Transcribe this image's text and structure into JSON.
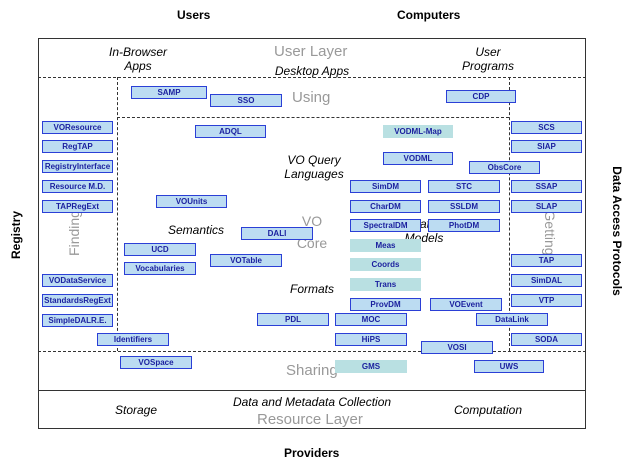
{
  "headers": {
    "users": "Users",
    "computers": "Computers",
    "providers": "Providers",
    "registry": "Registry",
    "data_access_protocols": "Data Access Protocols"
  },
  "layers": {
    "user_layer": "User Layer",
    "resource_layer": "Resource Layer",
    "using": "Using",
    "sharing": "Sharing",
    "finding": "Finding",
    "getting": "Getting",
    "vo_core": "VO\nCore"
  },
  "labels": {
    "in_browser_apps": "In-Browser\nApps",
    "desktop_apps": "Desktop Apps",
    "user_programs": "User\nPrograms",
    "vo_query_languages": "VO Query\nLanguages",
    "semantics": "Semantics",
    "data_models": "Data\nModels",
    "formats": "Formats",
    "storage": "Storage",
    "data_collection": "Data and Metadata Collection",
    "computation": "Computation"
  },
  "standards": [
    {
      "id": "samp",
      "label": "SAMP"
    },
    {
      "id": "sso",
      "label": "SSO"
    },
    {
      "id": "cdp",
      "label": "CDP"
    },
    {
      "id": "voresource",
      "label": "VOResource"
    },
    {
      "id": "regtap",
      "label": "RegTAP"
    },
    {
      "id": "registryinterface",
      "label": "RegistryInterface"
    },
    {
      "id": "resource-md",
      "label": "Resource M.D."
    },
    {
      "id": "tapregext",
      "label": "TAPRegExt"
    },
    {
      "id": "vodataservice",
      "label": "VODataService"
    },
    {
      "id": "standardsregext",
      "label": "StandardsRegExt"
    },
    {
      "id": "simpledalre",
      "label": "SimpleDALR.E."
    },
    {
      "id": "identifiers",
      "label": "Identifiers"
    },
    {
      "id": "vospace",
      "label": "VOSpace"
    },
    {
      "id": "adql",
      "label": "ADQL"
    },
    {
      "id": "vounits",
      "label": "VOUnits"
    },
    {
      "id": "ucd",
      "label": "UCD"
    },
    {
      "id": "vocabularies",
      "label": "Vocabularies"
    },
    {
      "id": "dali",
      "label": "DALI"
    },
    {
      "id": "votable",
      "label": "VOTable"
    },
    {
      "id": "pdl",
      "label": "PDL"
    },
    {
      "id": "moc",
      "label": "MOC"
    },
    {
      "id": "hips",
      "label": "HiPS"
    },
    {
      "id": "gms",
      "label": "GMS"
    },
    {
      "id": "vodml-map",
      "label": "VODML-Map"
    },
    {
      "id": "vodml",
      "label": "VODML"
    },
    {
      "id": "simdm",
      "label": "SimDM"
    },
    {
      "id": "chardm",
      "label": "CharDM"
    },
    {
      "id": "spectraldm",
      "label": "SpectralDM"
    },
    {
      "id": "meas",
      "label": "Meas"
    },
    {
      "id": "coords",
      "label": "Coords"
    },
    {
      "id": "trans",
      "label": "Trans"
    },
    {
      "id": "provdm",
      "label": "ProvDM"
    },
    {
      "id": "stc",
      "label": "STC"
    },
    {
      "id": "ssldm",
      "label": "SSLDM"
    },
    {
      "id": "photdm",
      "label": "PhotDM"
    },
    {
      "id": "voevent",
      "label": "VOEvent"
    },
    {
      "id": "vosi",
      "label": "VOSI"
    },
    {
      "id": "obscore",
      "label": "ObsCore"
    },
    {
      "id": "datalink",
      "label": "DataLink"
    },
    {
      "id": "uws",
      "label": "UWS"
    },
    {
      "id": "scs",
      "label": "SCS"
    },
    {
      "id": "siap",
      "label": "SIAP"
    },
    {
      "id": "ssap",
      "label": "SSAP"
    },
    {
      "id": "slap",
      "label": "SLAP"
    },
    {
      "id": "tap",
      "label": "TAP"
    },
    {
      "id": "simdal",
      "label": "SimDAL"
    },
    {
      "id": "vtp",
      "label": "VTP"
    },
    {
      "id": "soda",
      "label": "SODA"
    }
  ]
}
